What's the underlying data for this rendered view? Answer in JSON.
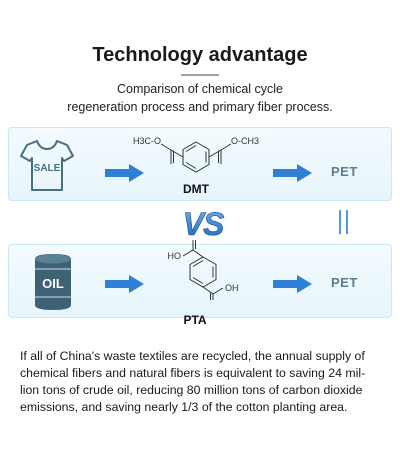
{
  "title": "Technology advantage",
  "subtitle_lines": [
    "Comparison of chemical cycle",
    "regeneration process and primary fiber process."
  ],
  "top_row": {
    "source_label": "SALE",
    "molecule_left_group": "H3C-O",
    "molecule_right_group": "O-CH3",
    "compound": "DMT",
    "product": "PET"
  },
  "vs_text": "VS",
  "equal_sign": "||",
  "bottom_row": {
    "source_label": "OIL",
    "molecule_left_group": "HO",
    "molecule_right_group": "OH",
    "compound": "PTA",
    "product": "PET"
  },
  "description_lines": [
    "If all of China's waste textiles are recycled, the annual supply of",
    "chemical fibers and natural fibers is equivalent to saving 24 mil-",
    "lion tons of crude oil, reducing 80 million tons of carbon dioxide",
    "emissions, and saving nearly 1/3 of the cotton planting area."
  ],
  "colors": {
    "accent_blue": "#2f7fd6",
    "panel_fill": "#e9f6fb",
    "panel_border": "#c9e7f4",
    "product_text": "#5d7d8e",
    "icon_stroke": "#4a6e80"
  }
}
